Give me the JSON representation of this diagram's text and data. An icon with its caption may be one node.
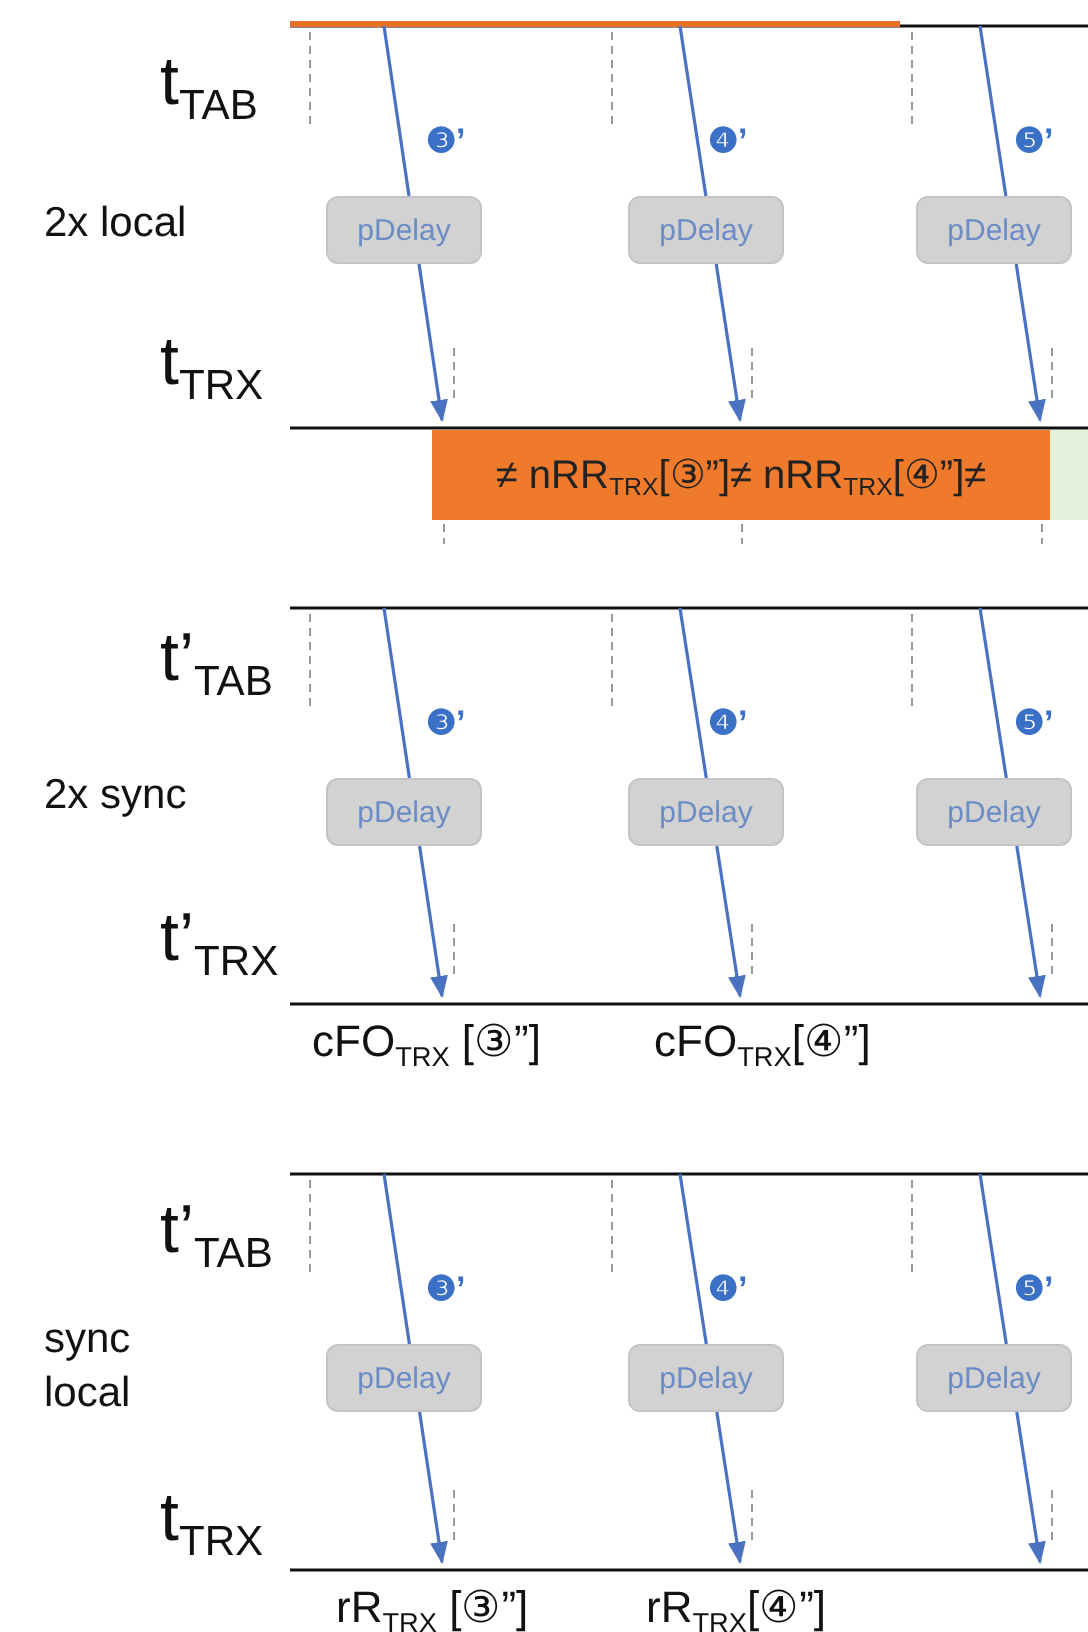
{
  "diagram": {
    "nodes": [
      {
        "text": [
          "pDelay"
        ]
      },
      {
        "text": [
          "pDelay"
        ]
      },
      {
        "text": [
          "pDelay"
        ]
      },
      {
        "text": [
          "≠ nRR$_{TRX}$[③”]≠ nRR$_{TRX}$[④”]≠"
        ]
      },
      {
        "text": [
          "pDelay"
        ]
      },
      {
        "text": [
          "pDelay"
        ]
      },
      {
        "text": [
          "pDelay"
        ]
      },
      {
        "text": [
          "pDelay"
        ]
      },
      {
        "text": [
          "pDelay"
        ]
      },
      {
        "text": [
          "pDelay"
        ]
      },
      {
        "text": [
          "cFO$_{TRX}$ [③”]"
        ]
      },
      {
        "text": [
          "cFO$_{TRX}$[④”]"
        ]
      },
      {
        "text": [
          "rR$_{TRX}$ [③”]"
        ]
      },
      {
        "text": [
          "rR$_{TRX}$[④”]"
        ]
      }
    ],
    "edges": [
      {
        "from": null,
        "to": 0,
        "arrow": "none"
      },
      {
        "from": 0,
        "to": 3,
        "arrow": "to"
      },
      {
        "from": null,
        "to": 1,
        "arrow": "none"
      },
      {
        "from": 1,
        "to": 3,
        "arrow": "to"
      },
      {
        "from": null,
        "to": 2,
        "arrow": "none"
      },
      {
        "from": 2,
        "to": 3,
        "arrow": "to"
      },
      {
        "from": null,
        "to": 4,
        "arrow": "none"
      },
      {
        "from": 4,
        "to": 10,
        "arrow": "to"
      },
      {
        "from": null,
        "to": 5,
        "arrow": "none"
      },
      {
        "from": 5,
        "to": 11,
        "arrow": "to"
      },
      {
        "from": null,
        "to": 6,
        "arrow": "none"
      },
      {
        "from": 6,
        "to": null,
        "arrow": "to"
      },
      {
        "from": null,
        "to": 7,
        "arrow": "none"
      },
      {
        "from": 7,
        "to": 12,
        "arrow": "to"
      },
      {
        "from": null,
        "to": 8,
        "arrow": "none"
      },
      {
        "from": 8,
        "to": 13,
        "arrow": "to"
      },
      {
        "from": null,
        "to": 9,
        "arrow": "none"
      },
      {
        "from": 9,
        "to": null,
        "arrow": "to"
      }
    ],
    "labels": [
      "t$_{TAB}$",
      "❸’",
      "❹’",
      "❺’",
      "2x local",
      "t$_{TRX}$",
      "t’$_{TAB}$",
      "❸’",
      "❹’",
      "❺’",
      "2x sync",
      "t’$_{TRX}$",
      "t’$_{TAB}$",
      "❸’",
      "❹’",
      "❺’",
      "sync local",
      "t$_{TRX}$"
    ]
  }
}
